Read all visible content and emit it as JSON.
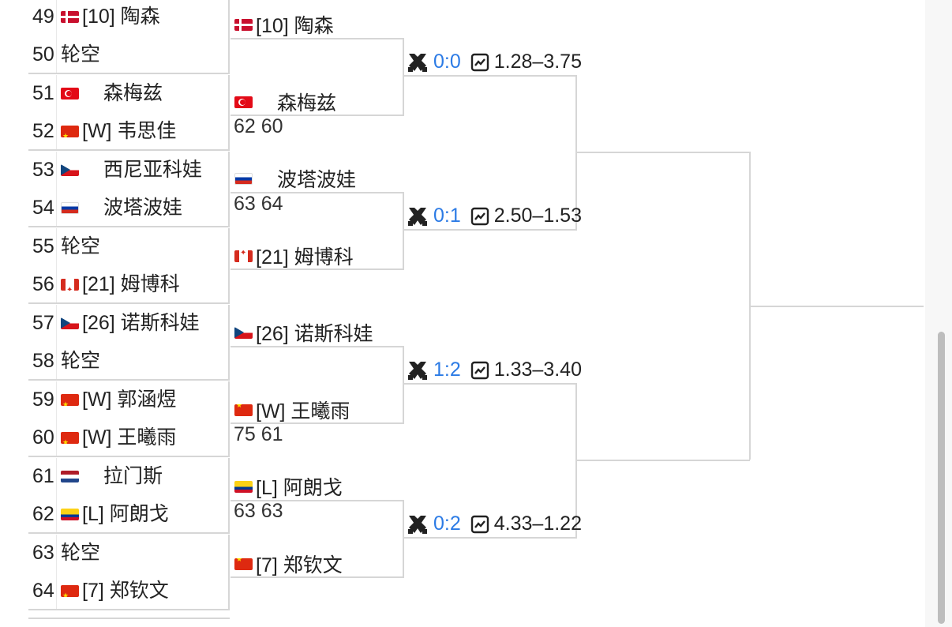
{
  "round1": [
    {
      "num": "49",
      "flag": "dk",
      "text": "[10] 陶森"
    },
    {
      "num": "50",
      "flag": "",
      "text": "轮空"
    },
    {
      "num": "51",
      "flag": "tr",
      "text": "森梅兹"
    },
    {
      "num": "52",
      "flag": "cn",
      "text": "[W] 韦思佳"
    },
    {
      "num": "53",
      "flag": "cz",
      "text": "西尼亚科娃"
    },
    {
      "num": "54",
      "flag": "ru",
      "text": "波塔波娃"
    },
    {
      "num": "55",
      "flag": "",
      "text": "轮空"
    },
    {
      "num": "56",
      "flag": "ca",
      "text": "[21] 姆博科"
    },
    {
      "num": "57",
      "flag": "cz",
      "text": "[26] 诺斯科娃"
    },
    {
      "num": "58",
      "flag": "",
      "text": "轮空"
    },
    {
      "num": "59",
      "flag": "cn",
      "text": "[W] 郭涵煜"
    },
    {
      "num": "60",
      "flag": "cn",
      "text": "[W] 王曦雨"
    },
    {
      "num": "61",
      "flag": "nl",
      "text": "拉门斯"
    },
    {
      "num": "62",
      "flag": "co",
      "text": "[L] 阿朗戈"
    },
    {
      "num": "63",
      "flag": "",
      "text": "轮空"
    },
    {
      "num": "64",
      "flag": "cn",
      "text": "[7] 郑钦文"
    }
  ],
  "round2": [
    {
      "flag": "dk",
      "text": "[10] 陶森",
      "score": ""
    },
    {
      "flag": "tr",
      "text": "森梅兹",
      "score": "62 60"
    },
    {
      "flag": "ru",
      "text": "波塔波娃",
      "score": "63 64"
    },
    {
      "flag": "ca",
      "text": "[21] 姆博科",
      "score": ""
    },
    {
      "flag": "cz",
      "text": "[26] 诺斯科娃",
      "score": ""
    },
    {
      "flag": "cn",
      "text": "[W] 王曦雨",
      "score": "75 61"
    },
    {
      "flag": "co",
      "text": "[L] 阿朗戈",
      "score": "63 63"
    },
    {
      "flag": "cn",
      "text": "[7] 郑钦文",
      "score": ""
    }
  ],
  "matches": [
    {
      "h2h": "0:0",
      "odds": "1.28–3.75"
    },
    {
      "h2h": "0:1",
      "odds": "2.50–1.53"
    },
    {
      "h2h": "1:2",
      "odds": "1.33–3.40"
    },
    {
      "h2h": "0:2",
      "odds": "4.33–1.22"
    }
  ],
  "icons": {
    "versus": "crossed-swords-icon",
    "chart": "chart-icon"
  },
  "colors": {
    "line": "#d6d6d6",
    "h2h": "#2c7be5"
  }
}
